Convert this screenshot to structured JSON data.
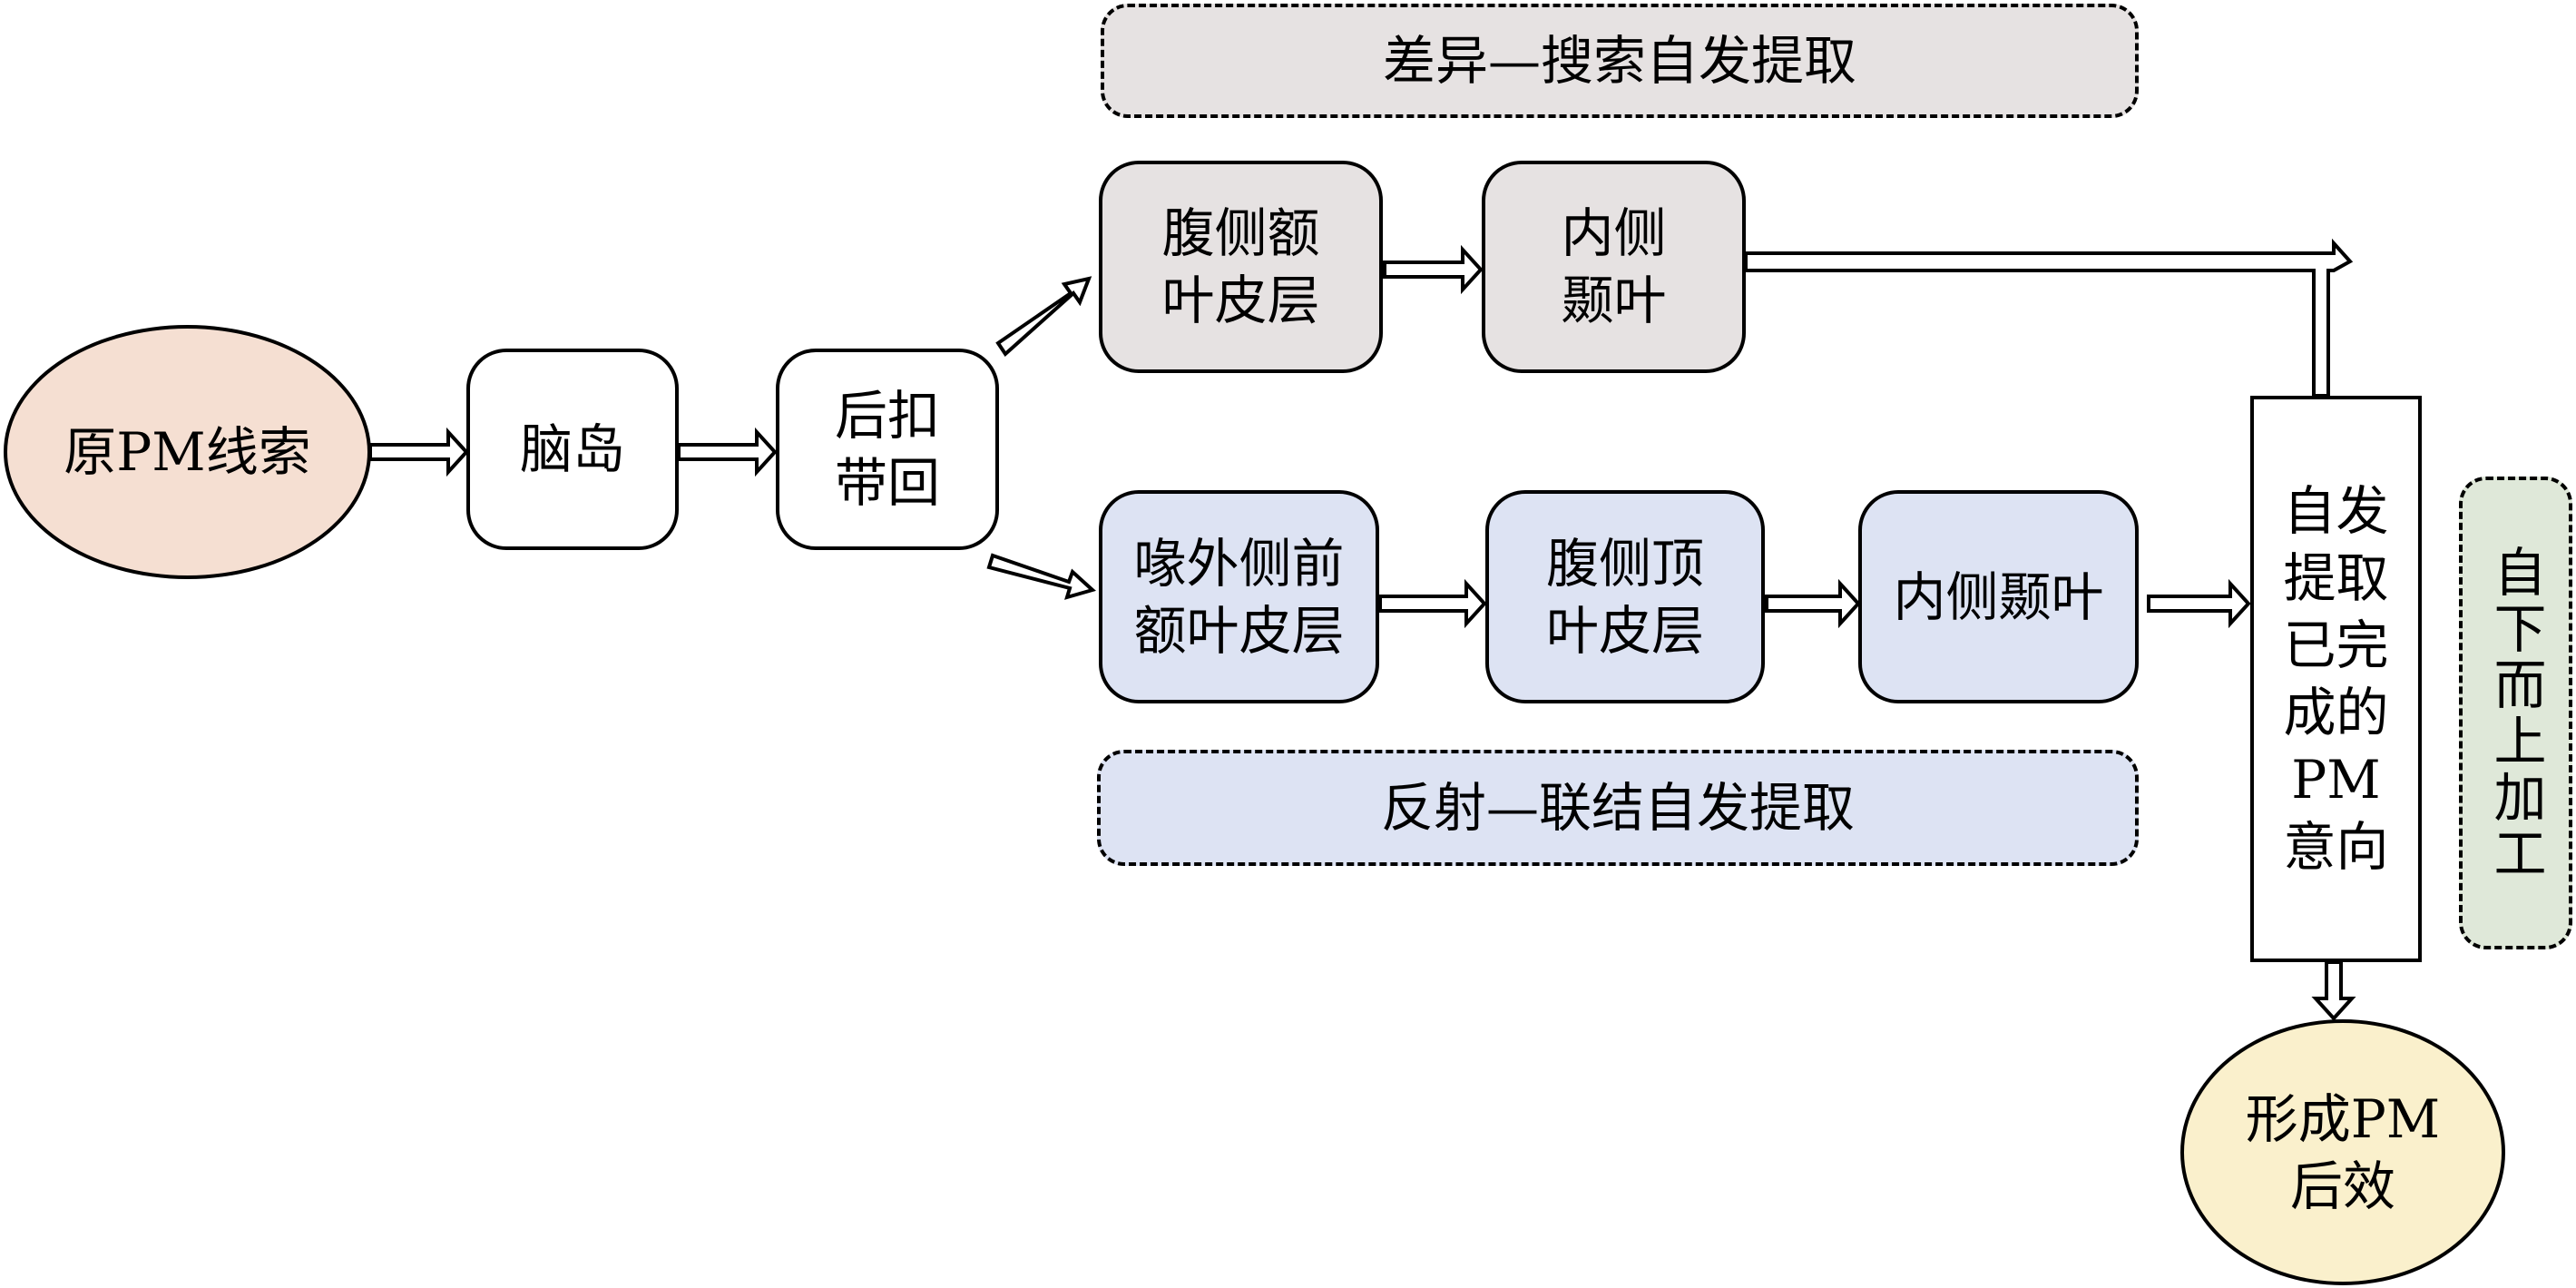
{
  "diagram": {
    "start_node": {
      "label": "原PM线索",
      "color": "#f5dfd2"
    },
    "insula": {
      "label": "脑岛"
    },
    "pcc": {
      "label": "后扣带回"
    },
    "top_pathway": {
      "title": "差异—搜索自发提取",
      "color": "#e6e2e2",
      "nodes": [
        "腹侧额叶皮层",
        "内侧颞叶"
      ]
    },
    "bottom_pathway": {
      "title": "反射—联结自发提取",
      "color": "#dde3f3",
      "nodes": [
        "喙外侧前额叶皮层",
        "腹侧顶叶皮层",
        "内侧颞叶"
      ]
    },
    "retrieval_box": {
      "label": "自发提取已完成的PM意向"
    },
    "process_label": {
      "label": "自下而上加工",
      "color": "#dfe8d9"
    },
    "end_node": {
      "label": "形成PM后效",
      "color": "#faf0cc"
    }
  }
}
